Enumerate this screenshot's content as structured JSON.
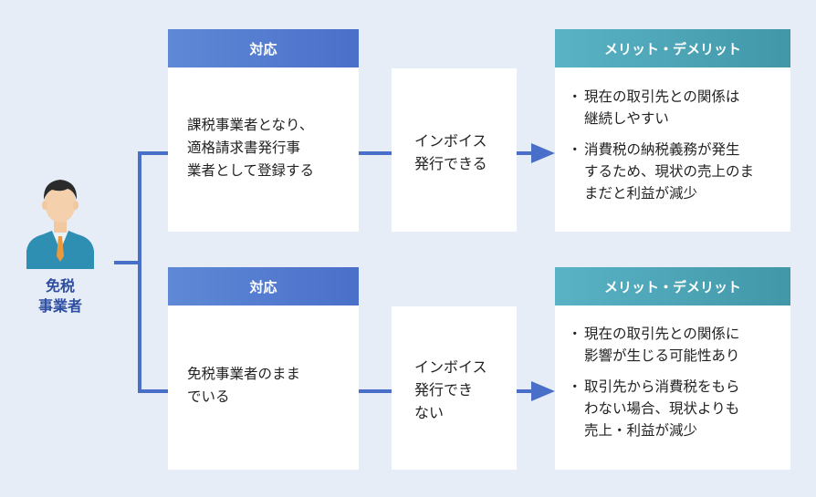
{
  "actor": {
    "label": "免税\n事業者",
    "icon": "business-person-icon"
  },
  "colors": {
    "background": "#e6edf7",
    "connector": "#4a6fc9",
    "header_blue": "#4a6fc9",
    "header_teal": "#4197a8"
  },
  "rows": [
    {
      "action_header": "対応",
      "action_text": "課税事業者となり、\n適格請求書発行事\n業者として登録する",
      "result_text": "インボイス\n発行できる",
      "merit_header": "メリット・デメリット",
      "merits": [
        "現在の取引先との関係は\n継続しやすい",
        "消費税の納税義務が発生\nするため、現状の売上のま\nまだと利益が減少"
      ]
    },
    {
      "action_header": "対応",
      "action_text": "免税事業者のまま\nでいる",
      "result_text": "インボイス\n発行でき\nない",
      "merit_header": "メリット・デメリット",
      "merits": [
        "現在の取引先との関係に\n影響が生じる可能性あり",
        "取引先から消費税をもら\nわない場合、現状よりも\n売上・利益が減少"
      ]
    }
  ]
}
